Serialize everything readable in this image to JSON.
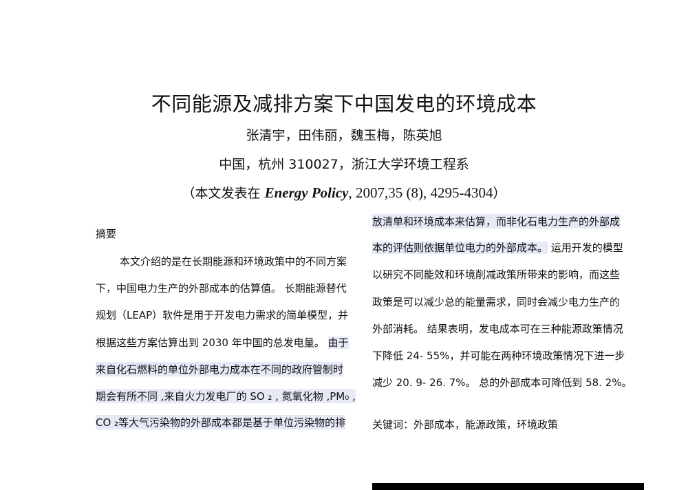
{
  "header": {
    "title": "不同能源及减排方案下中国发电的环境成本",
    "authors": "张清宇，田伟丽，魏玉梅，陈英旭",
    "affiliation": "中国，杭州 310027，浙江大学环境工程系",
    "pub_open": "（本文发表在 ",
    "journal": "Energy Policy",
    "citation": ", 2007,35 (8), 4295-4304",
    "pub_close": "）"
  },
  "abstract": {
    "heading": "摘要",
    "left_lines": [
      "本文介绍的是在长期能源和环境政策中的不同方案",
      "下，中国电力生产的外部成本的估算值。 长期能源替代",
      "规划（LEAP）软件是用于开发电力需求的简单模型，并",
      "根据这些方案估算出到 2030 年中国的总发电量。",
      "由于",
      "来自化石燃料的单位外部电力成本在不同的政府管制时",
      "期会有所不同 ,来自火力发电厂的 SO ₂ , 氮氧化物 ,PM₀ ,",
      "CO ₂等大气污染物的外部成本都是基于单位污染物的排"
    ],
    "right_lines": [
      "放清单和环境成本来估算，而非化石电力生产的外部成",
      "本的评估则依据单位电力的外部成本。",
      "运用开发的模型",
      "以研究不同能效和环境削减政策所带来的影响，而这些",
      "政策是可以减少总的能量需求，同时会减少电力生产的",
      "外部消耗。 结果表明，发电成本可在三种能源政策情况",
      "下降低 24- 55%，并可能在两种环境政策情况下进一步",
      "减少 20. 9- 26. 7%。  总的外部成本可降低到 58. 2%。"
    ]
  },
  "keywords": "关键词：外部成本，能源政策，环境政策"
}
